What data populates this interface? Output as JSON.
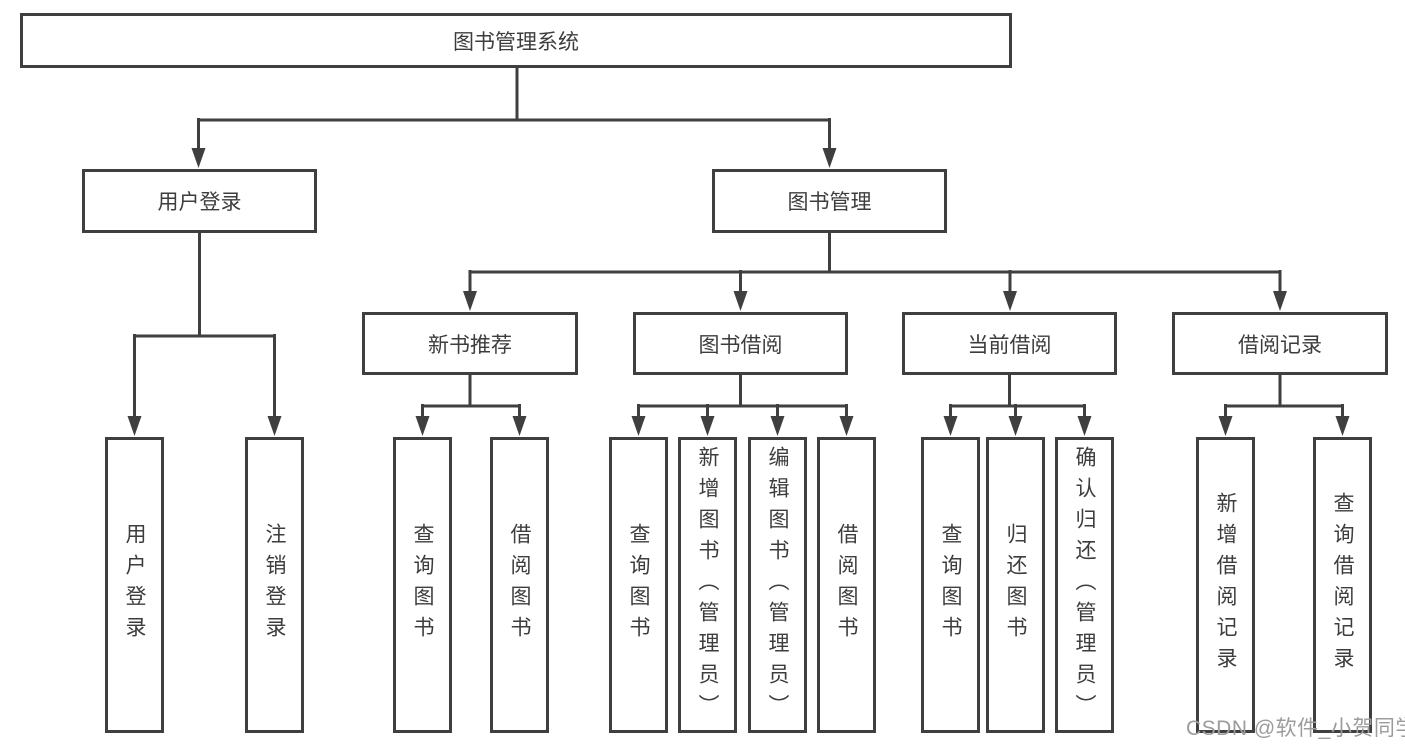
{
  "hierarchy": {
    "label": "图书管理系统",
    "children": [
      {
        "label": "用户登录",
        "children": [
          {
            "label": "用户登录"
          },
          {
            "label": "注销登录"
          }
        ]
      },
      {
        "label": "图书管理",
        "children": [
          {
            "label": "新书推荐",
            "children": [
              {
                "label": "查询图书"
              },
              {
                "label": "借阅图书"
              }
            ]
          },
          {
            "label": "图书借阅",
            "children": [
              {
                "label": "查询图书"
              },
              {
                "label": "新增图书（管理员）"
              },
              {
                "label": "编辑图书（管理员）"
              },
              {
                "label": "借阅图书"
              }
            ]
          },
          {
            "label": "当前借阅",
            "children": [
              {
                "label": "查询图书"
              },
              {
                "label": "归还图书"
              },
              {
                "label": "确认归还（管理员）"
              }
            ]
          },
          {
            "label": "借阅记录",
            "children": [
              {
                "label": "新增借阅记录"
              },
              {
                "label": "查询借阅记录"
              }
            ]
          }
        ]
      }
    ]
  },
  "watermark": {
    "text": "CSDN @软件_小贺同学"
  },
  "colors": {
    "line": "#3f3f3f",
    "text": "#3d3d3d",
    "watermark": "#9c9c9c",
    "background": "#ffffff"
  }
}
